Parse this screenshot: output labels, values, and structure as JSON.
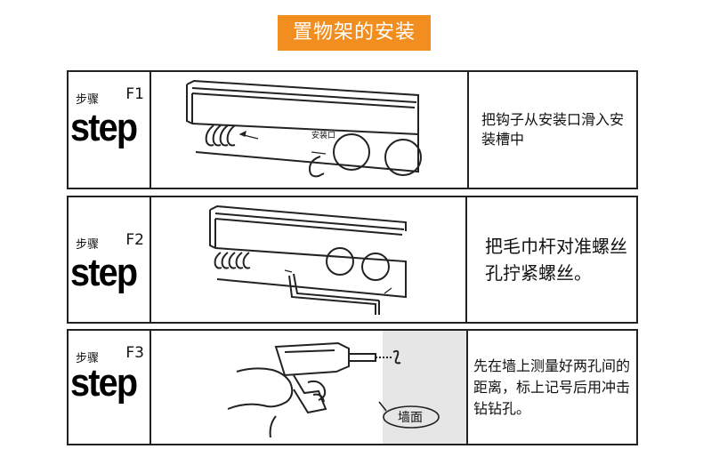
{
  "title": "置物架的安装",
  "steps": [
    {
      "label_cn": "步骤",
      "code": "F1",
      "word": "step",
      "desc": "把钩子从安装口滑入安装槽中",
      "callout": "安装口"
    },
    {
      "label_cn": "步骤",
      "code": "F2",
      "word": "step",
      "desc": "把毛巾杆对准螺丝孔拧紧螺丝。"
    },
    {
      "label_cn": "步骤",
      "code": "F3",
      "word": "step",
      "desc": "先在墙上测量好两孔间的距离，标上记号后用冲击钻钻孔。",
      "callout": "墙面"
    }
  ]
}
